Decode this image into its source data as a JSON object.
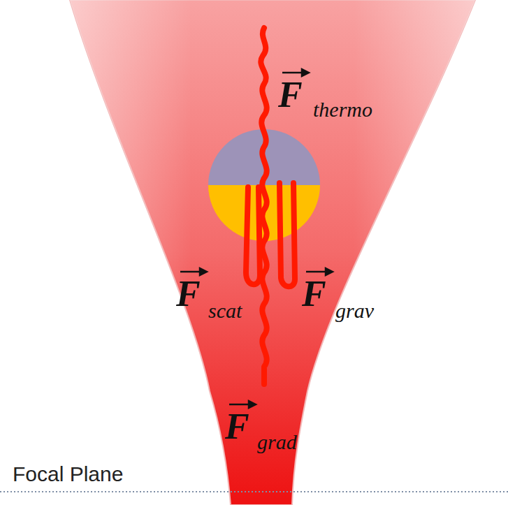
{
  "diagram": {
    "labels": [
      "F",
      "thermo",
      "F",
      "scat",
      "F",
      "grav",
      "F",
      "grad",
      "Focal Plane"
    ]
  }
}
